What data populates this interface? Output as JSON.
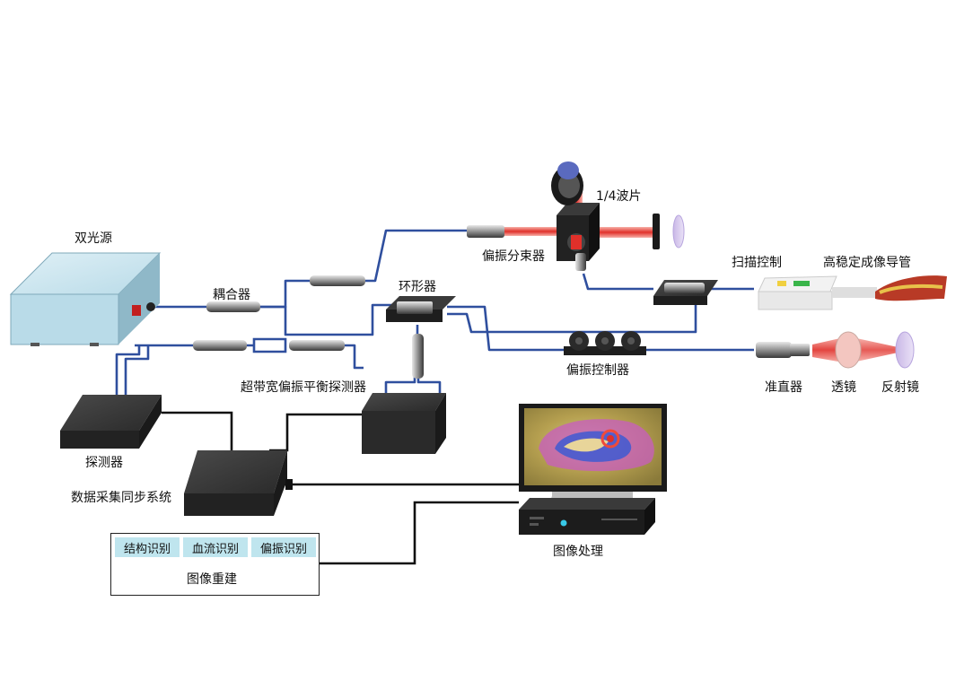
{
  "labels": {
    "dual_source": "双光源",
    "coupler": "耦合器",
    "circulator": "环形器",
    "pbs": "偏振分束器",
    "quarter_wave": "1/4波片",
    "scan_control": "扫描控制",
    "catheter": "高稳定成像导管",
    "pol_controller": "偏振控制器",
    "collimator": "准直器",
    "lens": "透镜",
    "mirror": "反射镜",
    "balanced_detector": "超带宽偏振平衡探测器",
    "detector": "探测器",
    "daq": "数据采集同步系统",
    "image_processing": "图像处理"
  },
  "reconstruction": {
    "title": "图像重建",
    "items": [
      "结构识别",
      "血流识别",
      "偏振识别"
    ]
  },
  "colors": {
    "fiber": "#2f4f9e",
    "beam": "#e0302a",
    "box_dark": "#2c2c2c",
    "source_body": "#b9dbe8",
    "cell_bg": "#bfe5ee"
  }
}
